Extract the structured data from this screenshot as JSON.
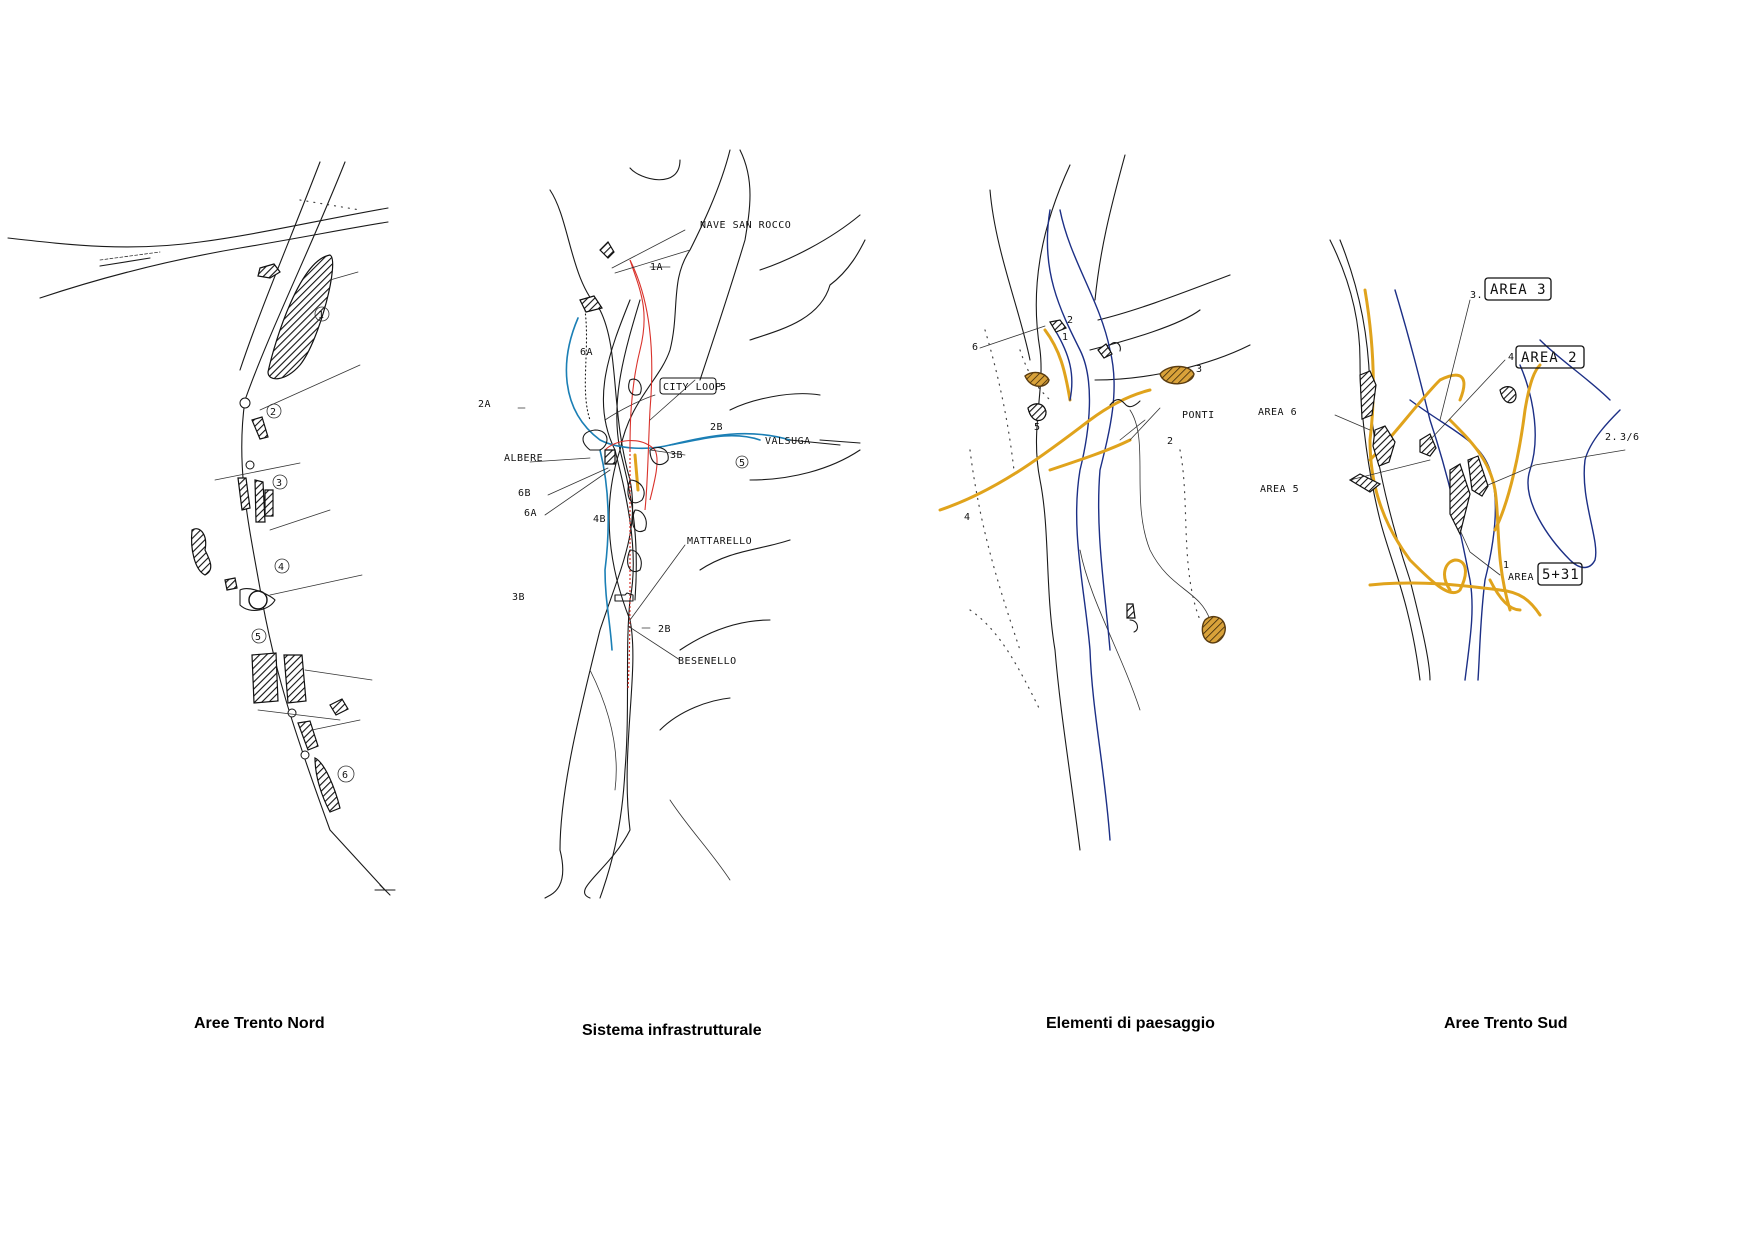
{
  "panels": [
    {
      "caption": "Aree Trento Nord",
      "labels": [
        "1",
        "2",
        "3",
        "4",
        "5",
        "6"
      ]
    },
    {
      "caption": "Sistema infrastrutturale",
      "labels": {
        "nave": "NAVE SAN ROCCO",
        "l1a": "1A",
        "l2a": "2A",
        "l6a_top": "6A",
        "cityloop": "CITY LOOP",
        "five": "5",
        "l2b_right": "2B",
        "valsuga": "VALSUGA",
        "circle5": "5",
        "albere": "ALBERE",
        "l3b_right": "3B",
        "l6b": "6B",
        "l6a": "6A",
        "l4b": "4B",
        "mattarello": "MATTARELLO",
        "l3b_left": "3B",
        "l2b_low": "2B",
        "besenello": "BESENELLO"
      }
    },
    {
      "caption": "Elementi di paesaggio",
      "labels": {
        "six": "6",
        "two_top": "2",
        "one": "1",
        "three": "3",
        "five": "5",
        "ponti": "PONTI",
        "two": "2",
        "four": "4"
      }
    },
    {
      "caption": "Aree Trento Sud",
      "labels": {
        "three_n": "3.",
        "area3": "AREA 3",
        "four_n": "4",
        "area2": "AREA 2",
        "area6": "AREA 6",
        "area5": "AREA 5",
        "two_n": "2.",
        "two_val": "3/6",
        "one_n": "1",
        "area531_text": "AREA",
        "area531_box": "5+31"
      }
    }
  ]
}
